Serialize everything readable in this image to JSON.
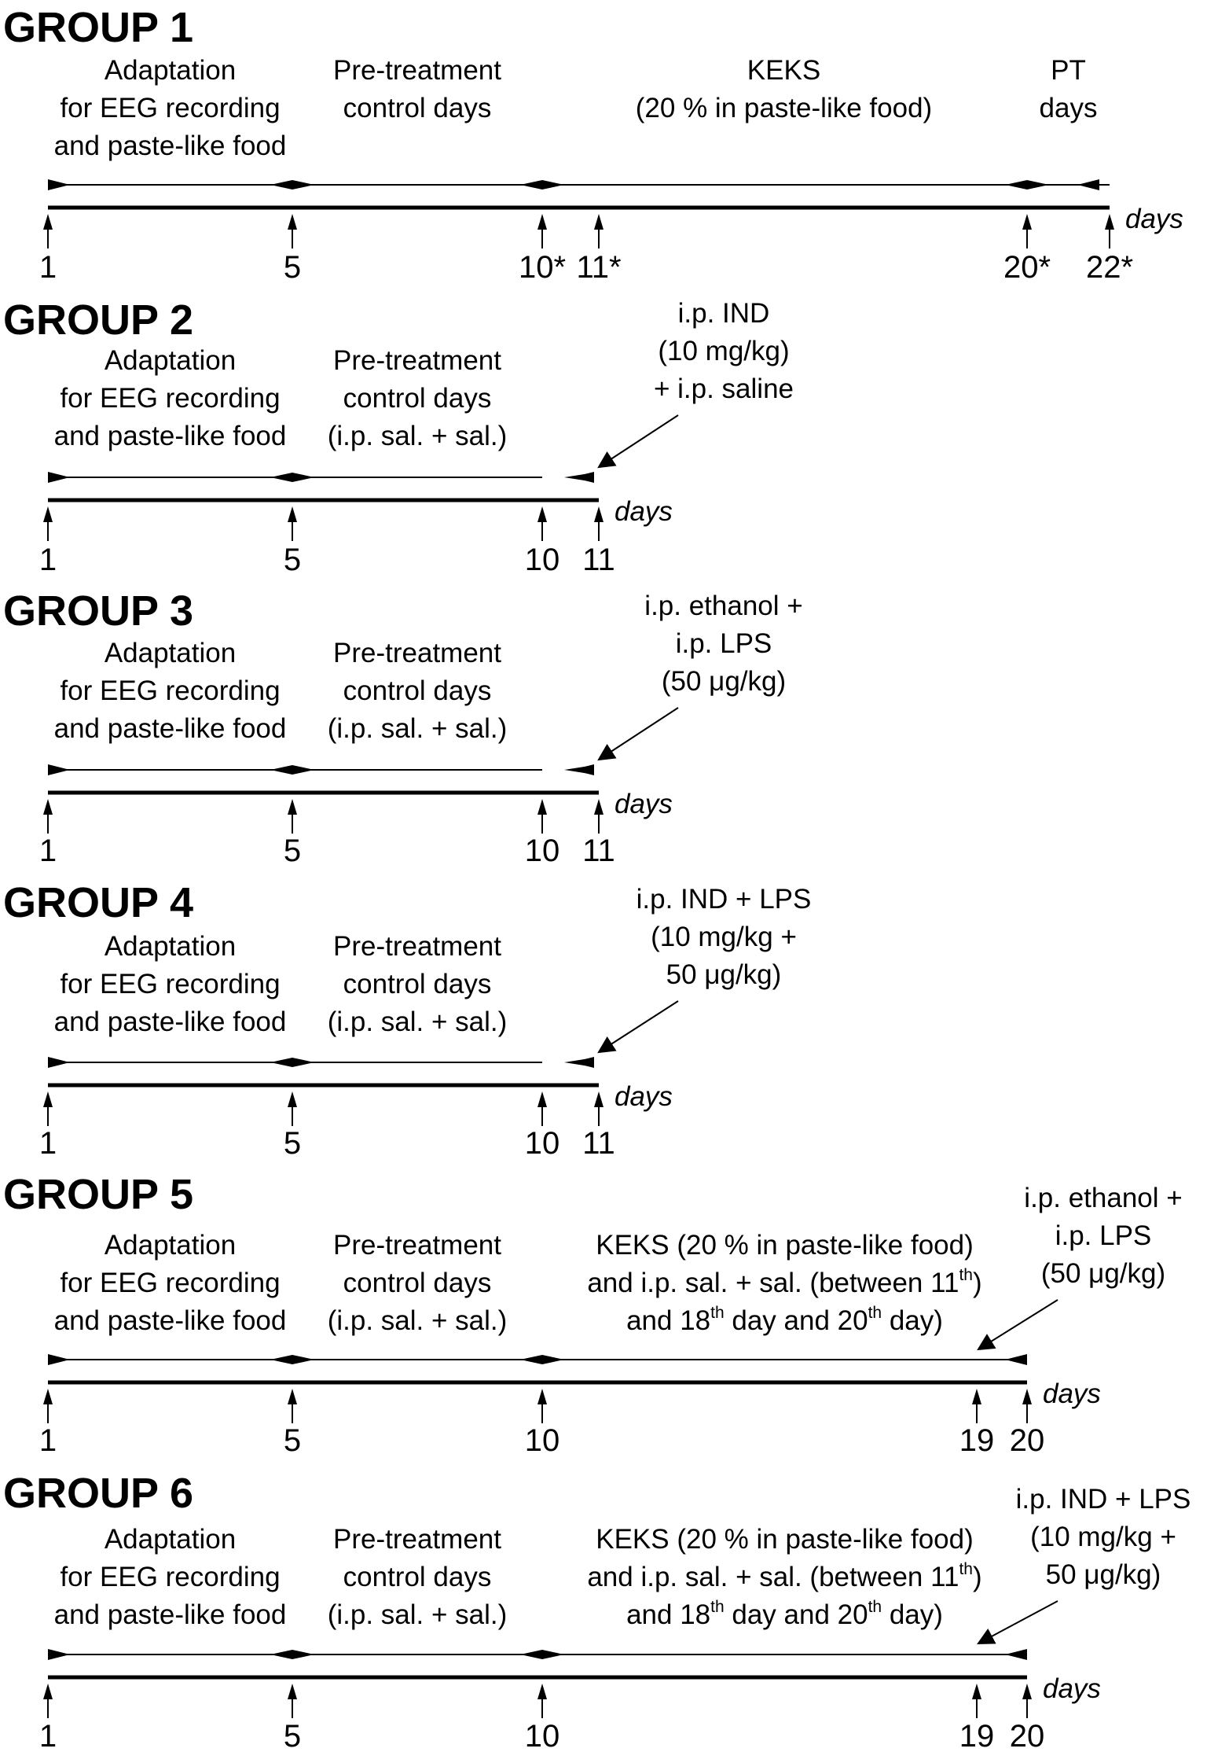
{
  "axis_word": "days",
  "groups": [
    {
      "title": "GROUP 1",
      "ticks": [
        {
          "day": 1,
          "label": "1"
        },
        {
          "day": 5,
          "label": "5"
        },
        {
          "day": 10,
          "label": "10*"
        },
        {
          "day": 11,
          "label": "11*"
        },
        {
          "day": 20,
          "label": "20*"
        },
        {
          "day": 22,
          "label": "22*"
        }
      ],
      "periods": [
        {
          "from": 1,
          "to": 5,
          "lines": [
            "Adaptation",
            "for EEG recording",
            "and paste-like food"
          ]
        },
        {
          "from": 5,
          "to": 10,
          "lines": [
            "Pre-treatment",
            "control days"
          ]
        },
        {
          "from": 10,
          "to": 20,
          "lines": [
            "KEKS",
            "(20 % in paste-like food)"
          ]
        },
        {
          "from": 20,
          "to": 22,
          "lines": [
            "PT",
            "days"
          ]
        }
      ]
    },
    {
      "title": "GROUP 2",
      "ticks": [
        {
          "day": 1,
          "label": "1"
        },
        {
          "day": 5,
          "label": "5"
        },
        {
          "day": 10,
          "label": "10"
        },
        {
          "day": 11,
          "label": "11"
        }
      ],
      "periods": [
        {
          "from": 1,
          "to": 5,
          "lines": [
            "Adaptation",
            "for EEG recording",
            "and paste-like food"
          ]
        },
        {
          "from": 5,
          "to": 10,
          "lines": [
            "Pre-treatment",
            "control days",
            "(i.p. sal. + sal.)"
          ]
        }
      ],
      "injection": {
        "day": 11,
        "lines": [
          "i.p. IND",
          "(10 mg/kg)",
          "+ i.p. saline"
        ]
      }
    },
    {
      "title": "GROUP 3",
      "ticks": [
        {
          "day": 1,
          "label": "1"
        },
        {
          "day": 5,
          "label": "5"
        },
        {
          "day": 10,
          "label": "10"
        },
        {
          "day": 11,
          "label": "11"
        }
      ],
      "periods": [
        {
          "from": 1,
          "to": 5,
          "lines": [
            "Adaptation",
            "for EEG recording",
            "and paste-like food"
          ]
        },
        {
          "from": 5,
          "to": 10,
          "lines": [
            "Pre-treatment",
            "control days",
            "(i.p. sal. + sal.)"
          ]
        }
      ],
      "injection": {
        "day": 11,
        "lines": [
          "i.p. ethanol +",
          "i.p. LPS",
          "(50 μg/kg)"
        ]
      }
    },
    {
      "title": "GROUP 4",
      "ticks": [
        {
          "day": 1,
          "label": "1"
        },
        {
          "day": 5,
          "label": "5"
        },
        {
          "day": 10,
          "label": "10"
        },
        {
          "day": 11,
          "label": "11"
        }
      ],
      "periods": [
        {
          "from": 1,
          "to": 5,
          "lines": [
            "Adaptation",
            "for EEG recording",
            "and paste-like food"
          ]
        },
        {
          "from": 5,
          "to": 10,
          "lines": [
            "Pre-treatment",
            "control days",
            "(i.p. sal. + sal.)"
          ]
        }
      ],
      "injection": {
        "day": 11,
        "lines": [
          "i.p. IND + LPS",
          "(10 mg/kg +",
          "50 μg/kg)"
        ]
      }
    },
    {
      "title": "GROUP 5",
      "ticks": [
        {
          "day": 1,
          "label": "1"
        },
        {
          "day": 5,
          "label": "5"
        },
        {
          "day": 10,
          "label": "10"
        },
        {
          "day": 19,
          "label": "19"
        },
        {
          "day": 20,
          "label": "20"
        }
      ],
      "periods": [
        {
          "from": 1,
          "to": 5,
          "lines": [
            "Adaptation",
            "for EEG recording",
            "and paste-like food"
          ]
        },
        {
          "from": 5,
          "to": 10,
          "lines": [
            "Pre-treatment",
            "control days",
            "(i.p. sal. + sal.)"
          ]
        },
        {
          "from": 10,
          "to": 20,
          "lines": [
            "KEKS (20 % in paste-like food)",
            "and i.p. sal. + sal. (between 11|th|)",
            "and 18|th| day and 20|th| day)"
          ]
        }
      ],
      "injection": {
        "day": 19,
        "lines": [
          "i.p. ethanol +",
          "i.p. LPS",
          "(50 μg/kg)"
        ]
      }
    },
    {
      "title": "GROUP 6",
      "ticks": [
        {
          "day": 1,
          "label": "1"
        },
        {
          "day": 5,
          "label": "5"
        },
        {
          "day": 10,
          "label": "10"
        },
        {
          "day": 19,
          "label": "19"
        },
        {
          "day": 20,
          "label": "20"
        }
      ],
      "periods": [
        {
          "from": 1,
          "to": 5,
          "lines": [
            "Adaptation",
            "for EEG recording",
            "and paste-like food"
          ]
        },
        {
          "from": 5,
          "to": 10,
          "lines": [
            "Pre-treatment",
            "control days",
            "(i.p. sal. + sal.)"
          ]
        },
        {
          "from": 10,
          "to": 20,
          "lines": [
            "KEKS (20 % in paste-like food)",
            "and i.p. sal. + sal. (between 11|th|)",
            "and 18|th| day and 20|th| day)"
          ]
        }
      ],
      "injection": {
        "day": 19,
        "lines": [
          "i.p. IND + LPS",
          "(10 mg/kg +",
          "50 μg/kg)"
        ]
      }
    }
  ]
}
